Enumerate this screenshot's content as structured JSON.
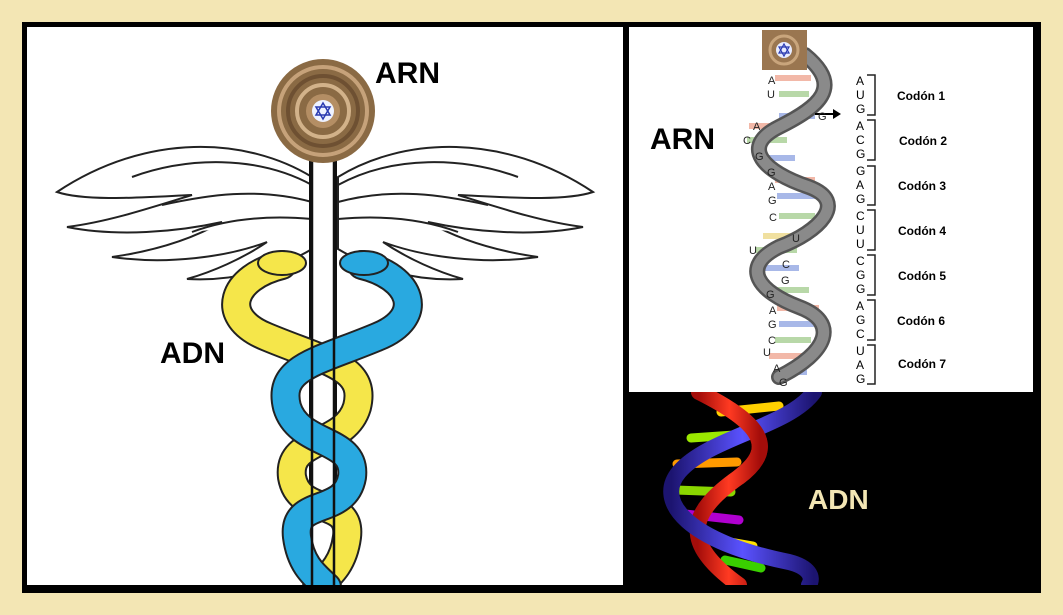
{
  "colors": {
    "frame": "#f3e6b4",
    "snake_yellow": "#f5e64a",
    "snake_blue": "#29a9e0",
    "helix_gray": "#6e6e6e",
    "dna_red": "#e8211c",
    "dna_blue": "#3a34c8"
  },
  "caduceus": {
    "rna_label": "ARN",
    "dna_label": "ADN"
  },
  "rna_diagram": {
    "label": "ARN",
    "strand_bases": [
      "A",
      "U",
      "G",
      "A",
      "C",
      "G",
      "G",
      "A",
      "G",
      "C",
      "U",
      "U",
      "C",
      "G",
      "G",
      "A",
      "G",
      "C",
      "U",
      "A",
      "G"
    ],
    "sequence": [
      "A",
      "U",
      "G",
      "A",
      "C",
      "G",
      "G",
      "A",
      "G",
      "C",
      "U",
      "U",
      "C",
      "G",
      "G",
      "A",
      "G",
      "C",
      "U",
      "A",
      "G"
    ],
    "codons": [
      "Codón 1",
      "Codón 2",
      "Codón 3",
      "Codón 4",
      "Codón 5",
      "Codón 6",
      "Codón 7"
    ],
    "arrow": "→"
  },
  "dna_render": {
    "label": "ADN"
  }
}
